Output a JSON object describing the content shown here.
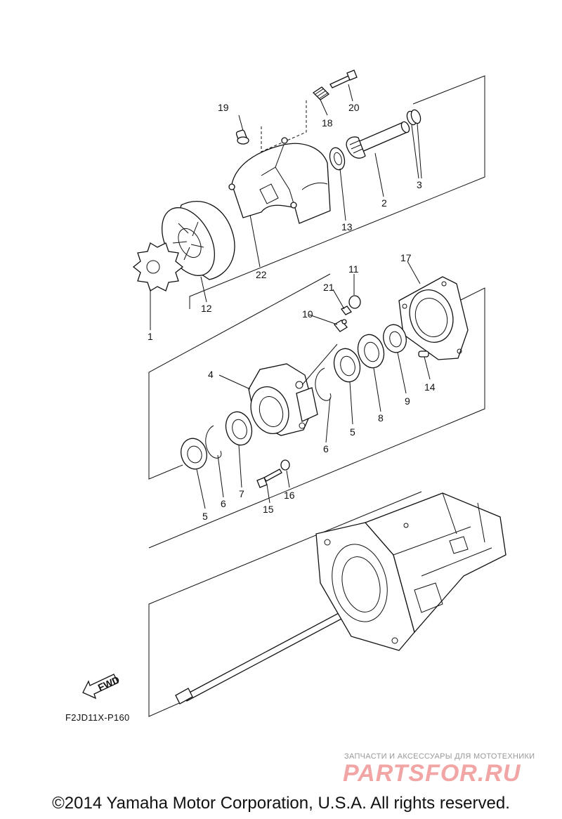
{
  "diagram": {
    "callouts": [
      {
        "id": "c1",
        "label": "1"
      },
      {
        "id": "c2",
        "label": "2"
      },
      {
        "id": "c3",
        "label": "3"
      },
      {
        "id": "c4",
        "label": "4"
      },
      {
        "id": "c5a",
        "label": "5"
      },
      {
        "id": "c5b",
        "label": "5"
      },
      {
        "id": "c6a",
        "label": "6"
      },
      {
        "id": "c6b",
        "label": "6"
      },
      {
        "id": "c7",
        "label": "7"
      },
      {
        "id": "c8",
        "label": "8"
      },
      {
        "id": "c9",
        "label": "9"
      },
      {
        "id": "c10",
        "label": "10"
      },
      {
        "id": "c11",
        "label": "11"
      },
      {
        "id": "c12",
        "label": "12"
      },
      {
        "id": "c13",
        "label": "13"
      },
      {
        "id": "c14",
        "label": "14"
      },
      {
        "id": "c15",
        "label": "15"
      },
      {
        "id": "c16",
        "label": "16"
      },
      {
        "id": "c17",
        "label": "17"
      },
      {
        "id": "c18",
        "label": "18"
      },
      {
        "id": "c19",
        "label": "19"
      },
      {
        "id": "c20",
        "label": "20"
      },
      {
        "id": "c21",
        "label": "21"
      },
      {
        "id": "c22",
        "label": "22"
      }
    ],
    "fwd_label": "FWD",
    "diagram_code": "F2JD11X-P160"
  },
  "watermark": {
    "tagline": "ЗАПЧАСТИ И АКСЕССУАРЫ ДЛЯ МОТОТЕХНИКИ",
    "logo_text": "PARTSFOR.RU",
    "color": "#f2a5a5"
  },
  "footer": {
    "copyright": "©2014 Yamaha Motor Corporation, U.S.A. All rights reserved."
  }
}
